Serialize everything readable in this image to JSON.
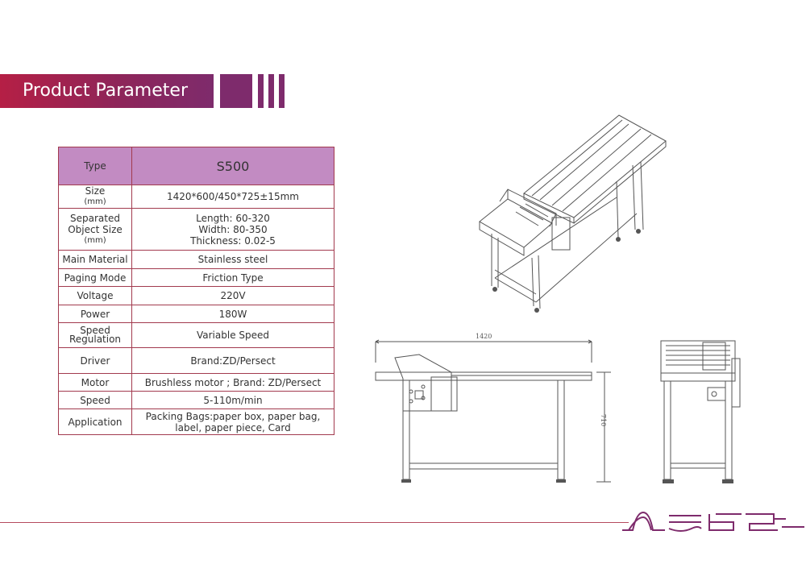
{
  "header": {
    "title": "Product Parameter >>"
  },
  "table": {
    "type_label": "Type",
    "type_value": "S500",
    "rows": [
      {
        "label": [
          "Size",
          "(mm)"
        ],
        "value": [
          "1420*600/450*725±15mm"
        ]
      },
      {
        "label": [
          "Separated",
          "Object Size",
          "(mm)"
        ],
        "value": [
          "Length: 60-320",
          "Width: 80-350",
          "Thickness: 0.02-5"
        ]
      },
      {
        "label": [
          "Main Material"
        ],
        "value": [
          "Stainless steel"
        ]
      },
      {
        "label": [
          "Paging Mode"
        ],
        "value": [
          "Friction Type"
        ]
      },
      {
        "label": [
          "Voltage"
        ],
        "value": [
          "220V"
        ]
      },
      {
        "label": [
          "Power"
        ],
        "value": [
          "180W"
        ]
      },
      {
        "label": [
          "Speed",
          "Regulation"
        ],
        "value": [
          "Variable Speed"
        ]
      },
      {
        "label": [
          "Driver"
        ],
        "value": [
          "Brand:ZD/Persect"
        ]
      },
      {
        "label": [
          "Motor"
        ],
        "value": [
          "Brushless motor ; Brand: ZD/Persect"
        ]
      },
      {
        "label": [
          "Speed"
        ],
        "value": [
          "5-110m/min"
        ]
      },
      {
        "label": [
          "Application"
        ],
        "value": [
          "Packing Bags:paper box, paper bag,",
          "label, paper piece, Card"
        ]
      }
    ]
  },
  "drawing": {
    "length_dim": "1420",
    "height_dim": "710"
  },
  "colors": {
    "banner_start": "#b51f45",
    "banner_end": "#7e2b6c",
    "table_border": "#a23a4e",
    "header_fill": "#c28bc2",
    "logo": "#7e2b6c"
  }
}
